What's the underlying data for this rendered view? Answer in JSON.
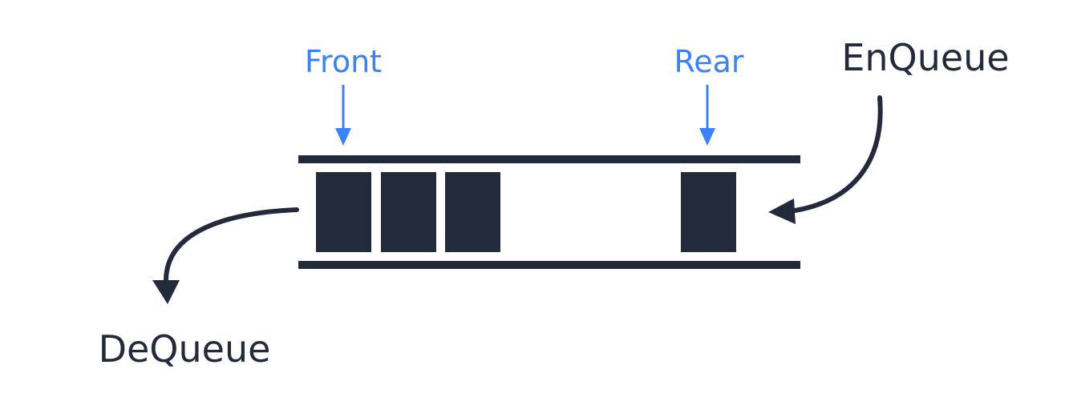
{
  "labels": {
    "front": "Front",
    "rear": "Rear",
    "enqueue": "EnQueue",
    "dequeue": "DeQueue"
  },
  "queue": {
    "elements": [
      {
        "role": "front"
      },
      {
        "role": "middle"
      },
      {
        "role": "middle"
      },
      {
        "role": "rear"
      }
    ]
  },
  "colors": {
    "accent_blue": "#3b82f6",
    "element_fill": "#232a3b",
    "line": "#232a3b",
    "background": "#ffffff"
  },
  "icons": {
    "front_pointer": "down-arrow-icon",
    "rear_pointer": "down-arrow-icon",
    "enqueue_arrow": "curved-arrow-icon",
    "dequeue_arrow": "curved-arrow-icon"
  }
}
